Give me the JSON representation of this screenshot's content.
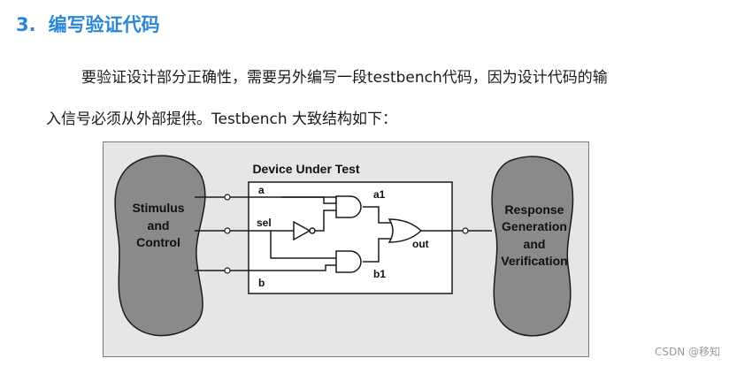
{
  "section": {
    "number": "3.",
    "title": "编写验证代码"
  },
  "paragraph": {
    "line1": "要验证设计部分正确性，需要另外编写一段testbench代码，因为设计代码的输",
    "line2": "入信号必须从外部提供。Testbench 大致结构如下："
  },
  "diagram": {
    "dut_title": "Device Under Test",
    "stimulus": [
      "Stimulus",
      "and",
      "Control"
    ],
    "response": [
      "Response",
      "Generation",
      "and",
      "Verification"
    ],
    "signals": {
      "a": "a",
      "sel": "sel",
      "b": "b",
      "a1": "a1",
      "b1": "b1",
      "out": "out"
    },
    "colors": {
      "panel": "#e6e6e6",
      "blob": "#8a8a8a",
      "box": "#ffffff",
      "line": "#1a1a1a"
    }
  },
  "watermark": "CSDN @移知"
}
